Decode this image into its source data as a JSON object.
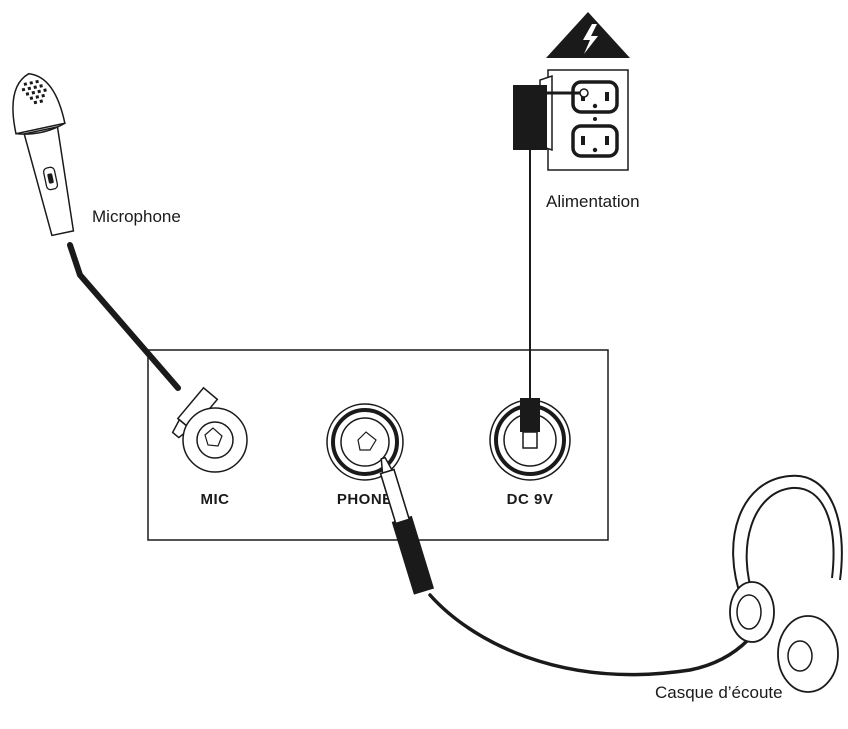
{
  "labels": {
    "microphone": "Microphone",
    "power": "Alimentation",
    "headphones": "Casque d’écoute"
  },
  "ports": {
    "mic": "MIC",
    "phones": "PHONES",
    "dc": "DC 9V"
  },
  "icons": {
    "warning": "warning-high-voltage-icon",
    "outlet": "wall-outlet-icon",
    "adapter": "power-adapter-icon",
    "microphone": "microphone-icon",
    "headphones": "headphones-icon"
  },
  "colors": {
    "line": "#1a1a1a",
    "background": "#ffffff"
  }
}
